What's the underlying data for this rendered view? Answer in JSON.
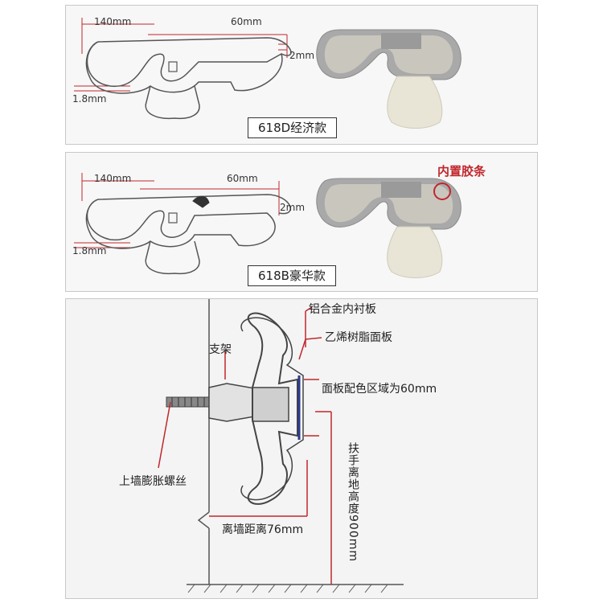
{
  "panel_top": {
    "dim_width": "140mm",
    "dim_panel": "60mm",
    "dim_thickness": "2mm",
    "dim_wall": "1.8mm",
    "model_label": "618D经济款"
  },
  "panel_middle": {
    "dim_width": "140mm",
    "dim_panel": "60mm",
    "dim_thickness": "2mm",
    "dim_wall": "1.8mm",
    "model_label": "618B豪华款",
    "callout": "内置胶条"
  },
  "install_diagram": {
    "aluminum_liner": "铝合金内衬板",
    "pvc_panel": "乙烯树脂面板",
    "bracket": "支架",
    "color_area": "面板配色区域为60mm",
    "anchor_screw": "上墙膨胀螺丝",
    "wall_distance": "离墙距离76mm",
    "height": "扶手离地高度900mm"
  },
  "colors": {
    "accent_red": "#c0272d",
    "line": "#555555",
    "aluminum": "#a9a9a9",
    "pvc": "#f3f0e8"
  }
}
